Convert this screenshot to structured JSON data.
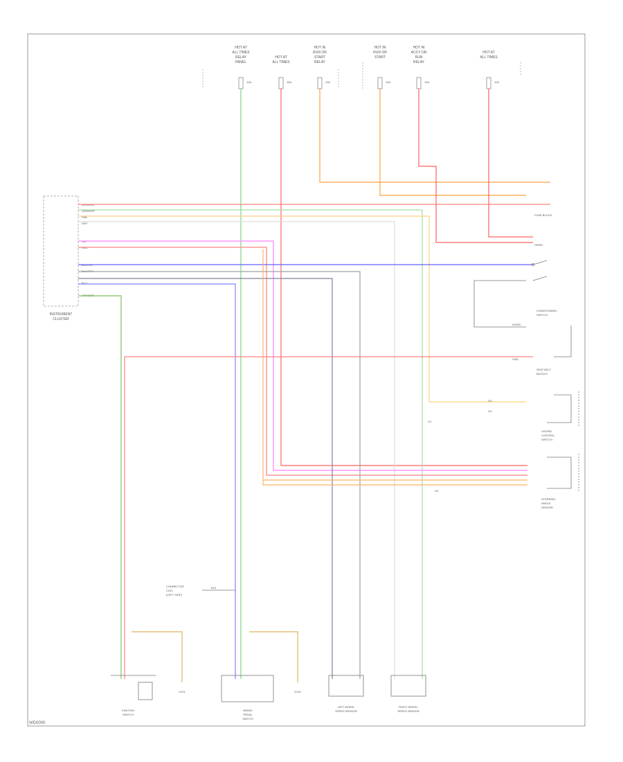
{
  "diagram": {
    "frame_code": "WD0000",
    "top_fuses": [
      {
        "lines": [
          "HOT AT",
          "ALL TIMES",
          "RELAY",
          "PANEL"
        ],
        "rating": "10A"
      },
      {
        "lines": [
          "HOT AT",
          "ALL TIMES"
        ],
        "rating": "15A"
      },
      {
        "lines": [
          "HOT IN",
          "RUN OR",
          "START",
          "RELAY"
        ],
        "rating": "10A"
      },
      {
        "lines": [
          "HOT IN",
          "RUN OR",
          "START"
        ],
        "rating": "10A"
      },
      {
        "lines": [
          "HOT IN",
          "ACCY OR",
          "RUN",
          "RELAY"
        ],
        "rating": "10A"
      },
      {
        "lines": [
          "HOT AT",
          "ALL TIMES"
        ],
        "rating": "10A"
      }
    ],
    "left_module": {
      "name_lines": [
        "INSTRUMENT",
        "CLUSTER"
      ]
    },
    "wire_labels": [
      "GRN/RED",
      "GRN/WHT",
      "PNK",
      "GRY",
      "VIO",
      "RED",
      "BLU/YEL",
      "BLK/GRY",
      "BLU",
      "GRN/BRN"
    ],
    "right_components": [
      {
        "name": "FUSE BLOCK"
      },
      {
        "name": "HORN"
      },
      {
        "name_lines": [
          "CONDITIONING",
          "SWITCH"
        ]
      },
      {
        "name_lines": [
          "SEAT BELT",
          "BUCKLE"
        ]
      },
      {
        "name_lines": [
          "CRUISE",
          "CONTROL",
          "SWITCH"
        ]
      },
      {
        "name_lines": [
          "STEERING",
          "ANGLE",
          "SENSOR"
        ]
      }
    ],
    "right_text": {
      "n1": "G1",
      "n2": "G2",
      "n3": "G3",
      "n4": "G4",
      "diode": "DIODE",
      "ground": "GND"
    },
    "bottom_components": [
      {
        "name_lines": [
          "IGNITION",
          "SWITCH"
        ],
        "ground": "G101"
      },
      {
        "name_lines": [
          "BRAKE",
          "PEDAL",
          "SWITCH"
        ],
        "ground": "G102"
      },
      {
        "name_lines": [
          "LEFT WHEEL",
          "SPEED SENSOR"
        ]
      },
      {
        "name_lines": [
          "RIGHT WHEEL",
          "SPEED SENSOR"
        ]
      }
    ],
    "middle_note": [
      "CONNECTOR",
      "C201",
      "(LEFT SIDE)"
    ],
    "middle_note_wire": "BLK"
  }
}
